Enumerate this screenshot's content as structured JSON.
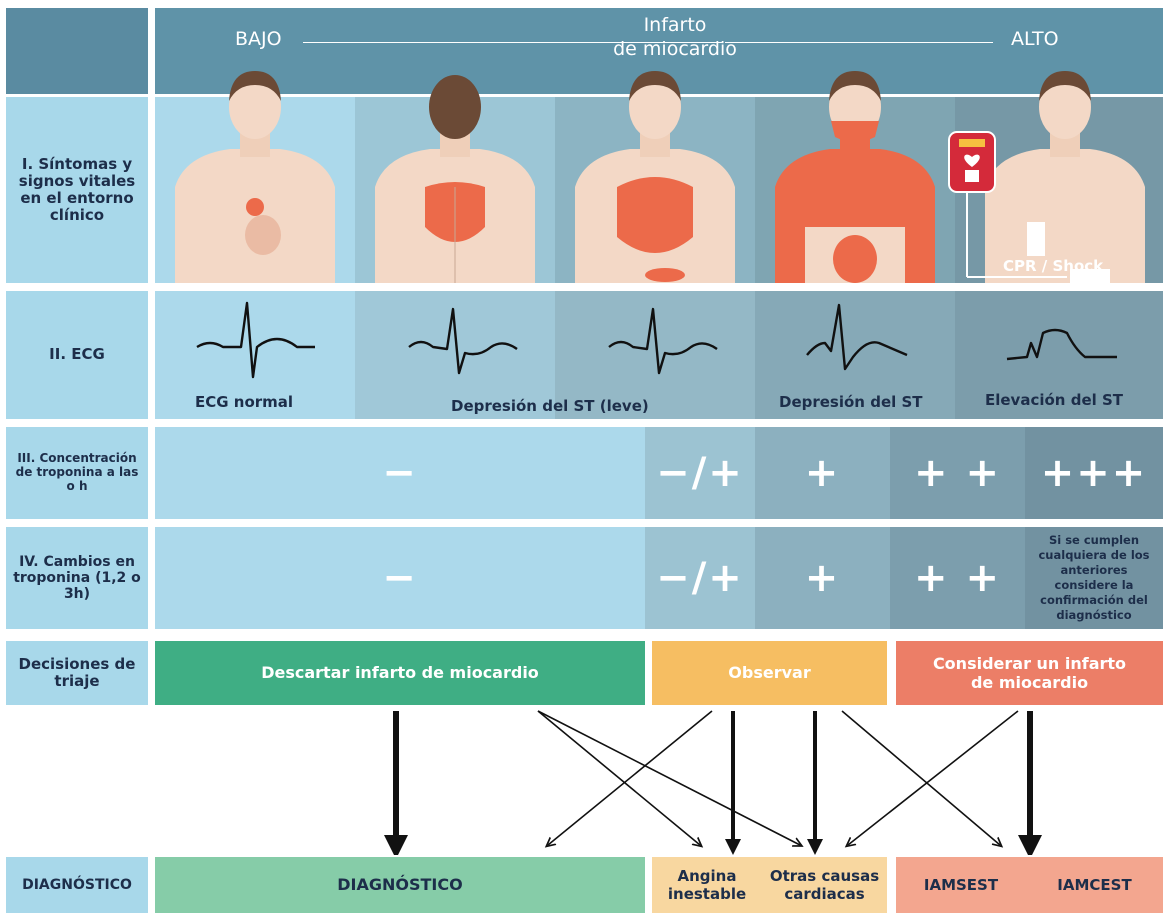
{
  "header": {
    "low": "BAJO",
    "high": "ALTO",
    "title_line1": "Infarto",
    "title_line2": "de miocardio"
  },
  "rows": {
    "symptoms": "I. Síntomas y signos vitales en el entorno clínico",
    "ecg": "II. ECG",
    "troponin": "III. Concentración de troponina a las o h",
    "changes": "IV. Cambios en troponina (1,2 o 3h)",
    "triage": "Decisiones de triaje",
    "diagnosis": "DIAGNÓSTICO"
  },
  "symptoms": {
    "cpr": "CPR / Shock"
  },
  "ecg": {
    "normal": "ECG normal",
    "st_mild": "Depresión del ST (leve)",
    "st_depression": "Depresión del ST",
    "st_elevation": "Elevación del ST"
  },
  "troponin": {
    "c1": "−",
    "c2": "−/+",
    "c3": "+",
    "c4": "+ +",
    "c5": "+++"
  },
  "changes": {
    "c1": "−",
    "c2": "−/+",
    "c3": "+",
    "c4": "+ +",
    "note": "Si se cumplen cualquiera de los anteriores considere la confirmación del diagnóstico"
  },
  "triage": {
    "rule_out": "Descartar infarto de miocardio",
    "observe": "Observar",
    "consider": "Considerar un infarto de miocardio"
  },
  "diagnosis": {
    "main": "DIAGNÓSTICO",
    "unstable_angina": "Angina inestable",
    "other_causes": "Otras causas cardiacas",
    "nstemi": "IAMSEST",
    "stemi": "IAMCEST"
  },
  "colors": {
    "header": "#5f93a8",
    "light_blue": "#a8d8ea",
    "green": "#3fae84",
    "green_light": "#86cca8",
    "orange": "#f6be62",
    "orange_light": "#f8d7a0",
    "salmon": "#ec7e67",
    "salmon_light": "#f3a68f"
  }
}
